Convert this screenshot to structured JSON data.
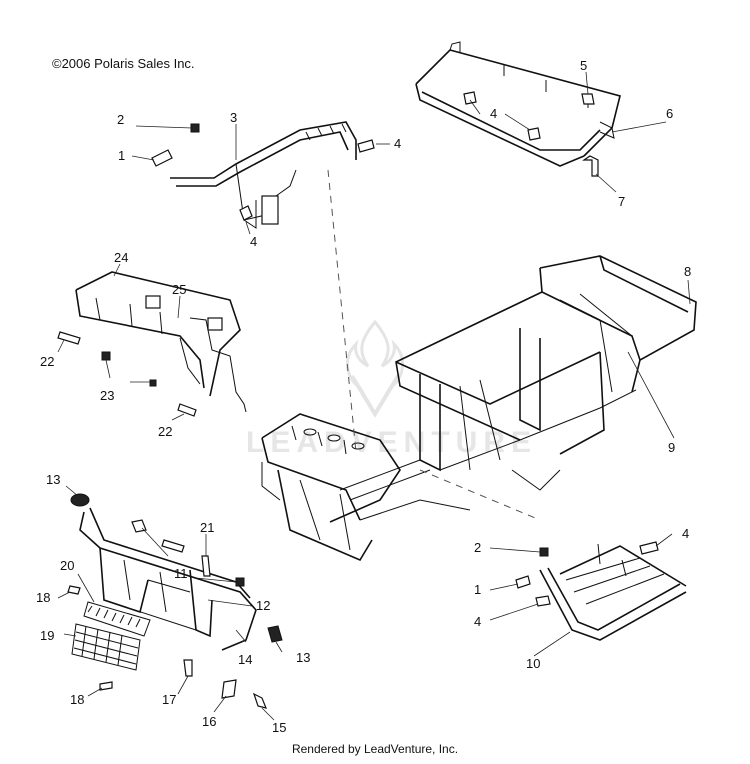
{
  "copyright": "©2006 Polaris Sales Inc.",
  "rendered_by": "Rendered by LeadVenture, Inc.",
  "watermark": "LEADVENTURE",
  "callouts": [
    "1",
    "2",
    "3",
    "4",
    "4",
    "5",
    "4",
    "6",
    "7",
    "8",
    "9",
    "24",
    "25",
    "22",
    "23",
    "22",
    "13",
    "21",
    "20",
    "11",
    "18",
    "12",
    "19",
    "13",
    "14",
    "18",
    "17",
    "16",
    "15",
    "2",
    "4",
    "1",
    "4",
    "10"
  ]
}
